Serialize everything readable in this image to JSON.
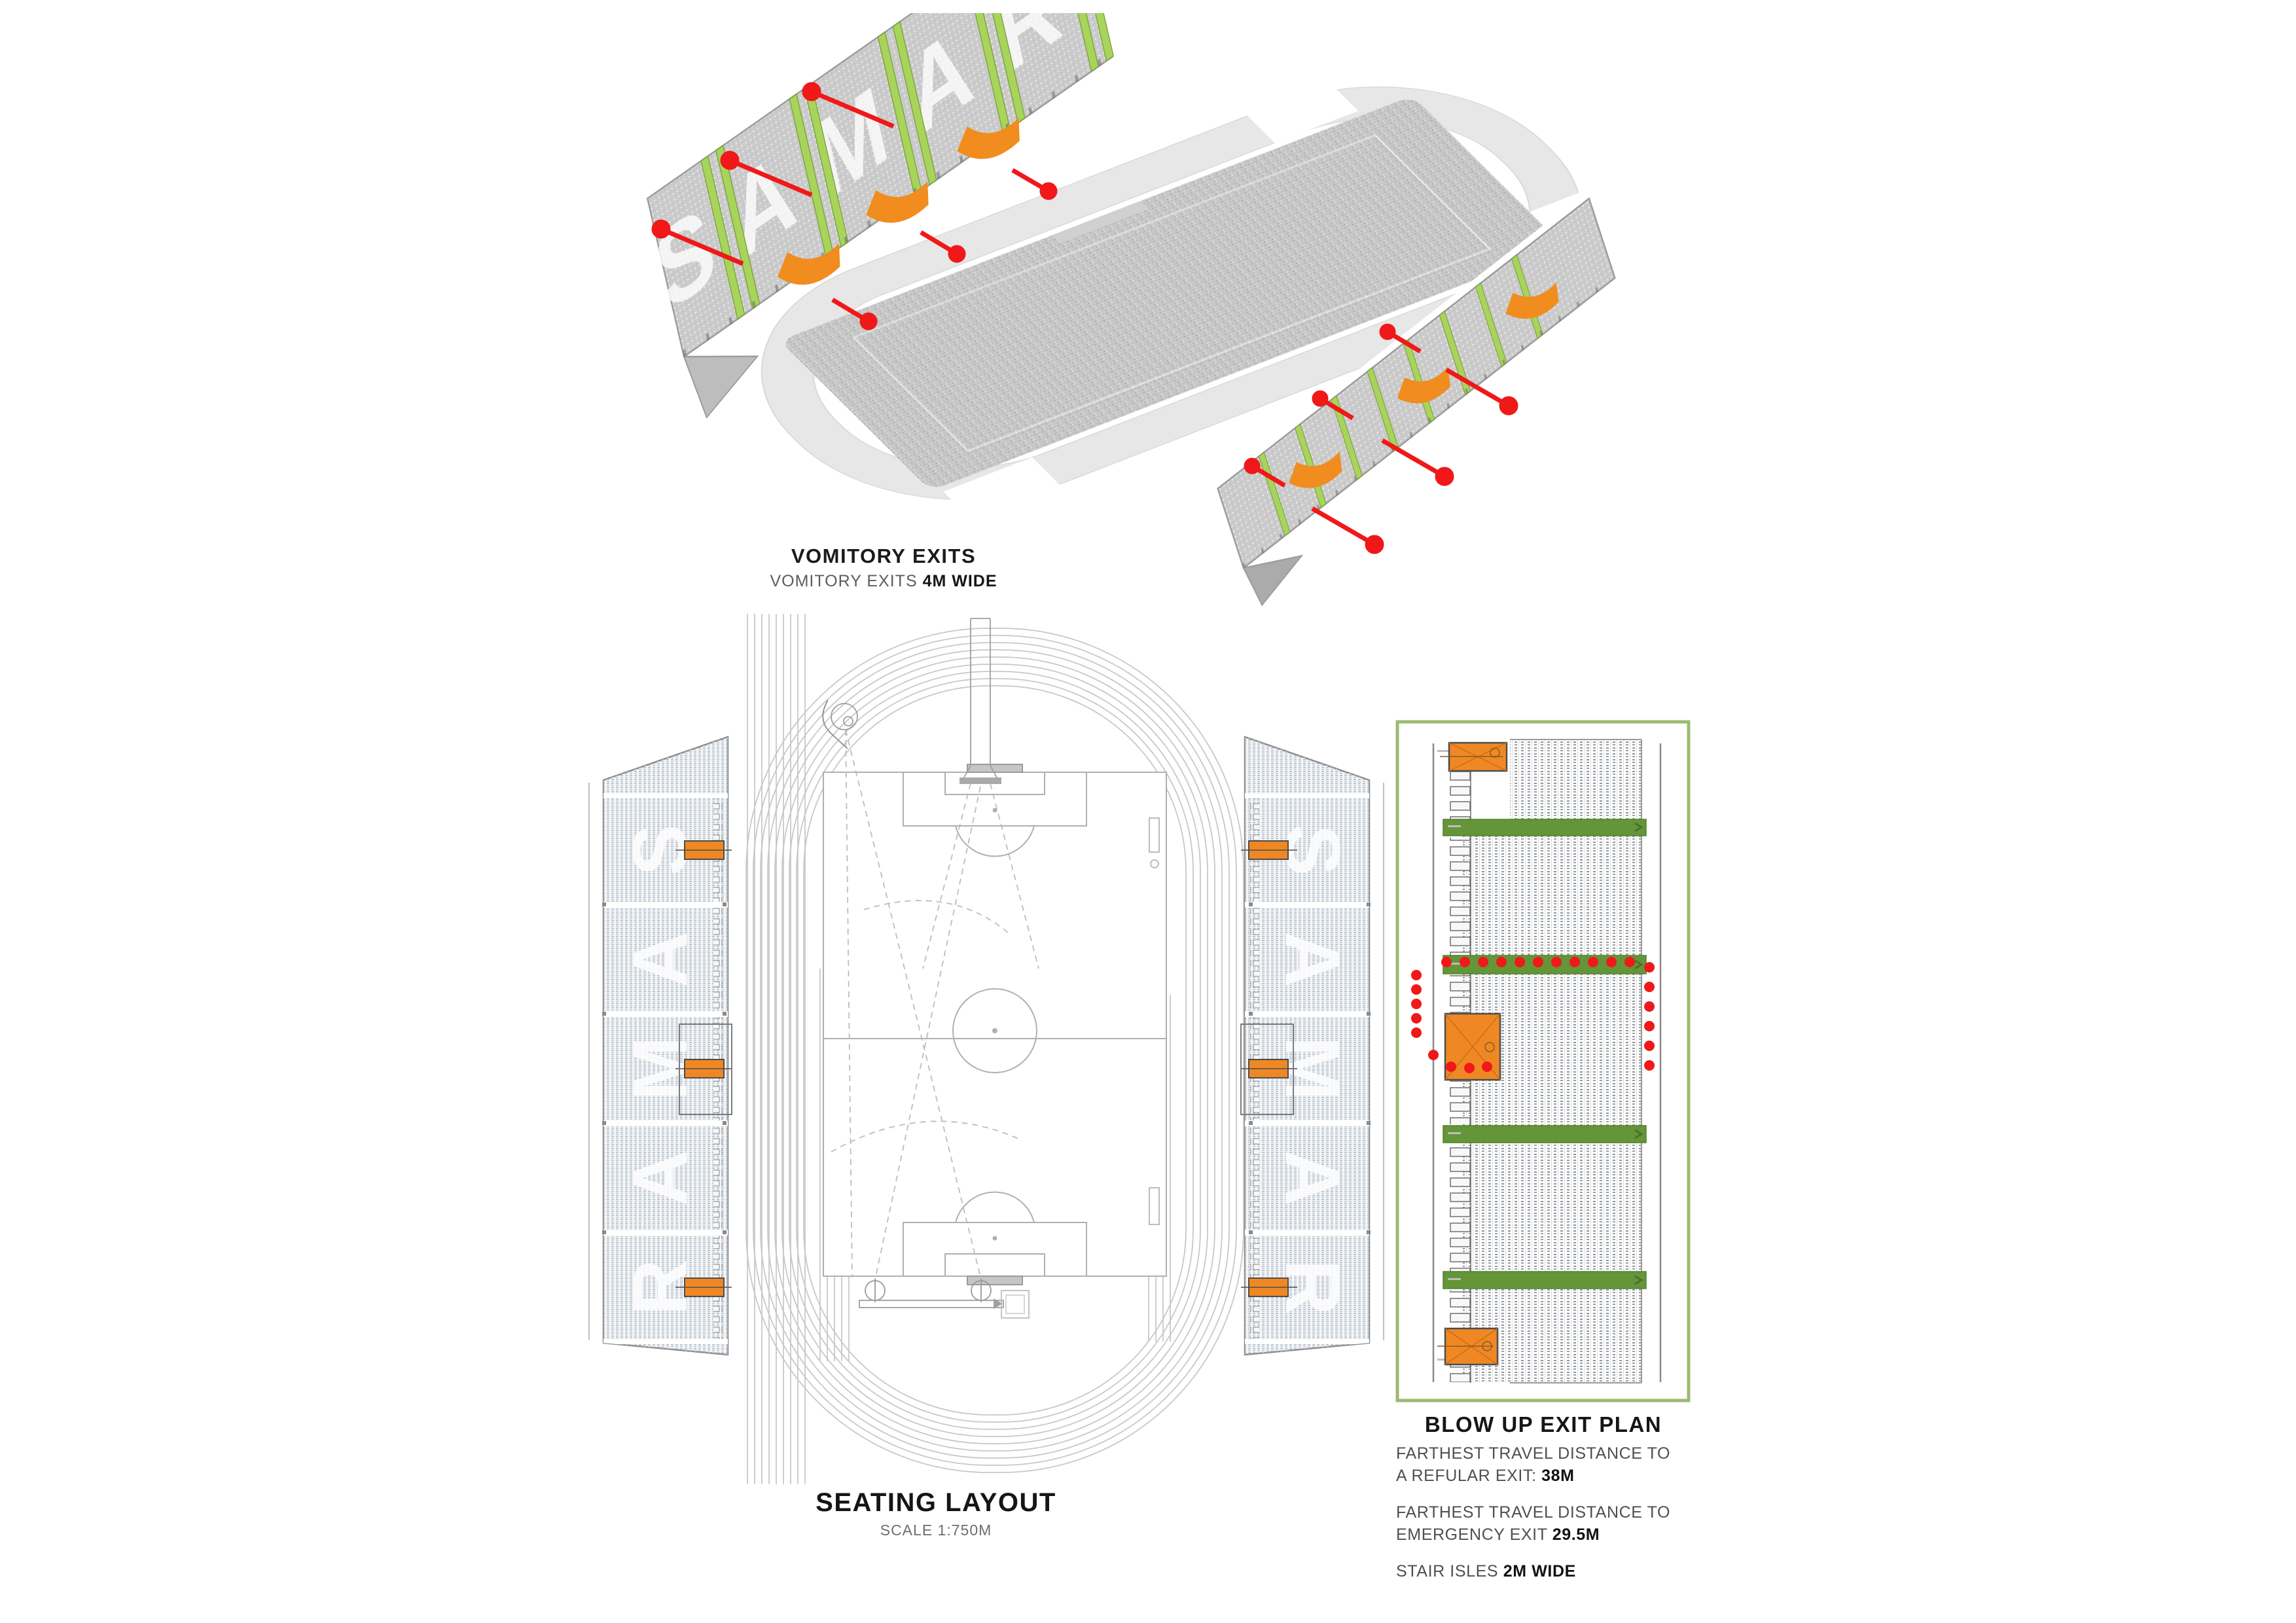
{
  "colors": {
    "accent_green_band": "#649538",
    "accent_green_stripe": "#a8d45c",
    "box_border_green": "#9cba72",
    "orange_exit": "#ef8824",
    "red_marker": "#f01818",
    "track_gray": "#e7e7e7",
    "field_speckle_gray": "#c7c7c7",
    "seat_gray": "#8f969c",
    "line_gray": "#c8c8c8"
  },
  "iso": {
    "title": "VOMITORY EXITS",
    "subtitle_text": "VOMITORY EXITS ",
    "subtitle_bold": "4M WIDE",
    "left_stand": {
      "green_aisle_pairs": 5,
      "orange_vomitories": 3,
      "red_exit_arrows_out": 3,
      "red_exit_arrows_in": 3
    },
    "right_stand": {
      "green_aisles": 7,
      "orange_vomitories": 3,
      "red_exit_arrows_out": 3,
      "red_exit_arrows_in": 3
    }
  },
  "plan": {
    "title": "SEATING LAYOUT",
    "subtitle": "SCALE 1:750M",
    "stand_letters": [
      "S",
      "A",
      "M",
      "A",
      "R"
    ],
    "stand_sections_per_side": 5,
    "orange_exits_per_stand": 3,
    "track_lanes": 9
  },
  "blowup": {
    "title": "BLOW UP EXIT PLAN",
    "notes": [
      {
        "line1": "FARTHEST TRAVEL DISTANCE TO",
        "line2": "A REFULAR EXIT: ",
        "bold": "38M"
      },
      {
        "line1": "FARTHEST TRAVEL DISTANCE TO",
        "line2": "EMERGENCY EXIT ",
        "bold": "29.5M"
      },
      {
        "line1": "STAIR ISLES ",
        "bold": "2M WIDE"
      }
    ],
    "green_walkway_bands": 4,
    "orange_exit_blocks": 3,
    "red_path_dots": 26
  }
}
